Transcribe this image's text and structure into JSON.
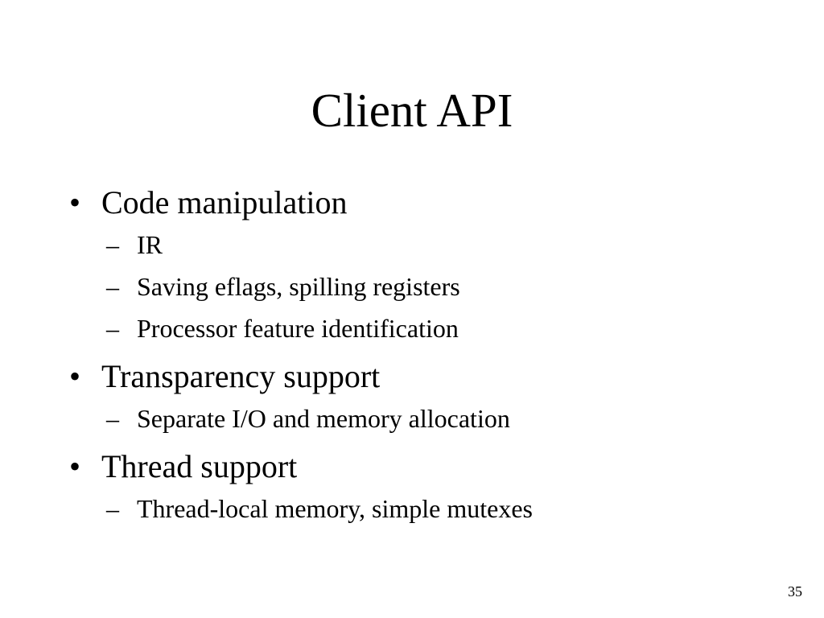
{
  "slide": {
    "title": "Client API",
    "page_number": "35",
    "bullet_marker": "•",
    "sub_marker": "–",
    "bullets": [
      {
        "text": "Code manipulation",
        "subitems": [
          "IR",
          "Saving eflags, spilling registers",
          "Processor feature identification"
        ]
      },
      {
        "text": "Transparency support",
        "subitems": [
          "Separate I/O and memory allocation"
        ]
      },
      {
        "text": "Thread support",
        "subitems": [
          "Thread-local memory, simple mutexes"
        ]
      }
    ]
  }
}
